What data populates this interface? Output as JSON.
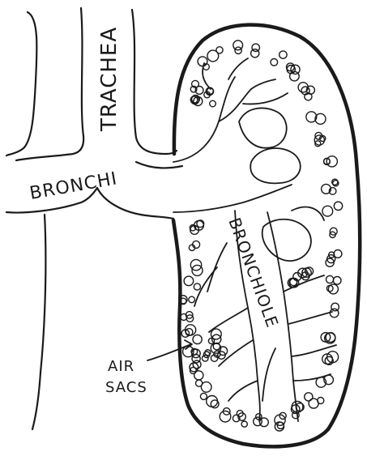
{
  "labels": {
    "trachea": "TRACHEA",
    "bronchi": "BRONCHI",
    "bronchiole": "BRONCHIOLE",
    "air": "AIR",
    "sacs": "SACS"
  }
}
